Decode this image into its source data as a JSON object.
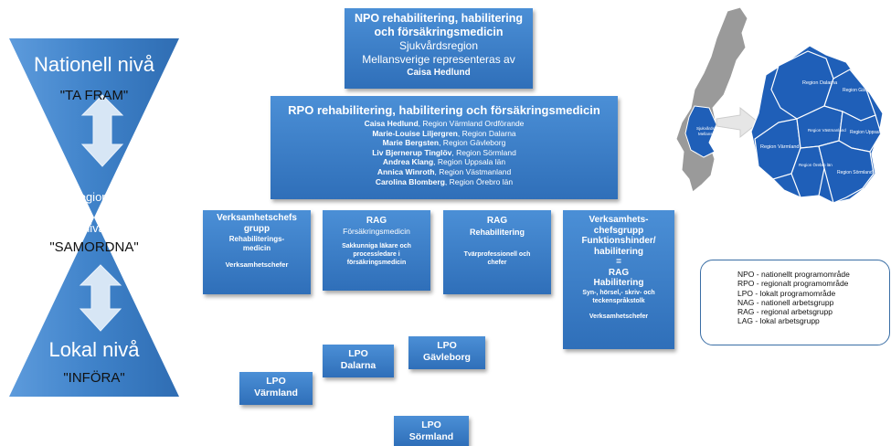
{
  "hourglass": {
    "national_title": "Nationell nivå",
    "national_quote": "\"TA FRAM\"",
    "regional_line1": "Regional",
    "regional_line2": "nivå",
    "regional_quote": "\"SAMORDNA\"",
    "local_title": "Lokal nivå",
    "local_quote": "\"INFÖRA\""
  },
  "npo": {
    "line1": "NPO rehabilitering, habilitering",
    "line2": "och försäkringsmedicin",
    "line3": "Sjukvårdsregion",
    "line4": "Mellansverige representeras av",
    "line5": "Caisa Hedlund"
  },
  "rpo": {
    "title": "RPO rehabilitering, habilitering och försäkringsmedicin",
    "members": [
      {
        "name": "Caisa Hedlund",
        "rest": ", Region Värmland Ordförande"
      },
      {
        "name": "Marie-Louise Liljergren",
        "rest": ", Region Dalarna"
      },
      {
        "name": "Marie Bergsten",
        "rest": ", Region Gävleborg"
      },
      {
        "name": "Liv Bjernerup Tinglöv",
        "rest": ", Region Sörmland"
      },
      {
        "name": "Andrea Klang",
        "rest": ", Region Uppsala län"
      },
      {
        "name": "Annica Winroth",
        "rest": ", Region Västmanland"
      },
      {
        "name": "Carolina Blomberg",
        "rest": ", Region Örebro län"
      }
    ]
  },
  "groups": {
    "g1": {
      "l1": "Verksamhetschefs",
      "l2": "grupp",
      "l3": "Rehabiliterings-",
      "l4": "medicin",
      "l5": "Verksamhetschefer"
    },
    "g2": {
      "l1": "RAG",
      "l2": "Försäkringsmedicin",
      "l3": "Sakkunniga läkare och",
      "l4": "processledare i",
      "l5": "försäkringsmedicin"
    },
    "g3": {
      "l1": "RAG",
      "l2": "Rehabilitering",
      "l3": "Tvärprofessionell och",
      "l4": "chefer"
    },
    "g4": {
      "l1": "Verksamhets-",
      "l2": "chefsgrupp",
      "l3": "Funktionshinder/",
      "l4": "habilitering",
      "l5": "=",
      "l6": "RAG",
      "l7": "Habilitering",
      "l8": "Syn-, hörsel,- skriv- och",
      "l9": "teckenspråkstolk",
      "l10": "Verksamhetschefer"
    }
  },
  "lpo": {
    "dalarna": {
      "l1": "LPO",
      "l2": "Dalarna"
    },
    "gavleborg": {
      "l1": "LPO",
      "l2": "Gävleborg"
    },
    "varmland": {
      "l1": "LPO",
      "l2": "Värmland"
    },
    "sormland": {
      "l1": "LPO",
      "l2": "Sörmland"
    }
  },
  "legend": [
    "NPO - nationellt programområde",
    "RPO - regionalt programområde",
    "LPO - lokalt programområde",
    "NAG - nationell arbetsgrupp",
    "RAG - regional arbetsgrupp",
    "LAG - lokal arbetsgrupp"
  ],
  "map": {
    "small_label1": "Sjukvårdsregion",
    "small_label2": "Mellansverige",
    "regions": [
      "Region Dalarna",
      "Region Gävleborg",
      "Region Värmland",
      "Region Västmanland",
      "Region Uppsala",
      "Region Örebro län",
      "Region Sörmland"
    ]
  },
  "colors": {
    "box": "#3a7cc8",
    "hourglass": "#3f82c9",
    "map_region": "#1f5fb8"
  }
}
